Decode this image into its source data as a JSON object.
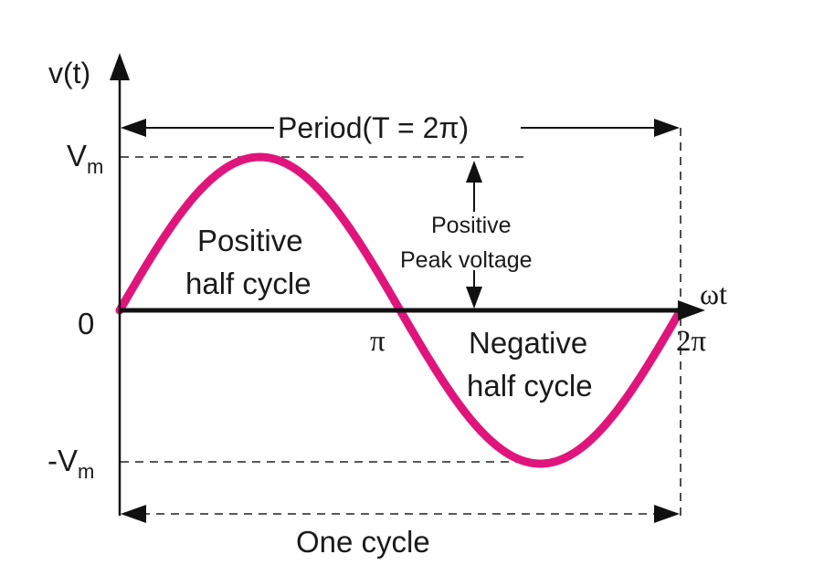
{
  "axes": {
    "y_label": "v(t)",
    "x_label": "ωt",
    "y_ticks": {
      "top": {
        "main": "V",
        "sub": "m"
      },
      "zero": "0",
      "bottom": {
        "prefix": "-V",
        "sub": "m"
      }
    },
    "x_ticks": {
      "mid": "π",
      "end": "2π"
    }
  },
  "annotations": {
    "period": "Period(T = 2π)",
    "positive_half_line1": "Positive",
    "positive_half_line2": "half cycle",
    "negative_half_line1": "Negative",
    "negative_half_line2": "half cycle",
    "peak_line1": "Positive",
    "peak_line2": "Peak voltage",
    "one_cycle": "One cycle"
  },
  "colors": {
    "wave": "#e0157c",
    "axis": "#111111",
    "dashed": "#222222"
  },
  "wave": {
    "function": "sine",
    "cycles": 1,
    "phase_start": 0,
    "phase_end": 6.283185307
  }
}
